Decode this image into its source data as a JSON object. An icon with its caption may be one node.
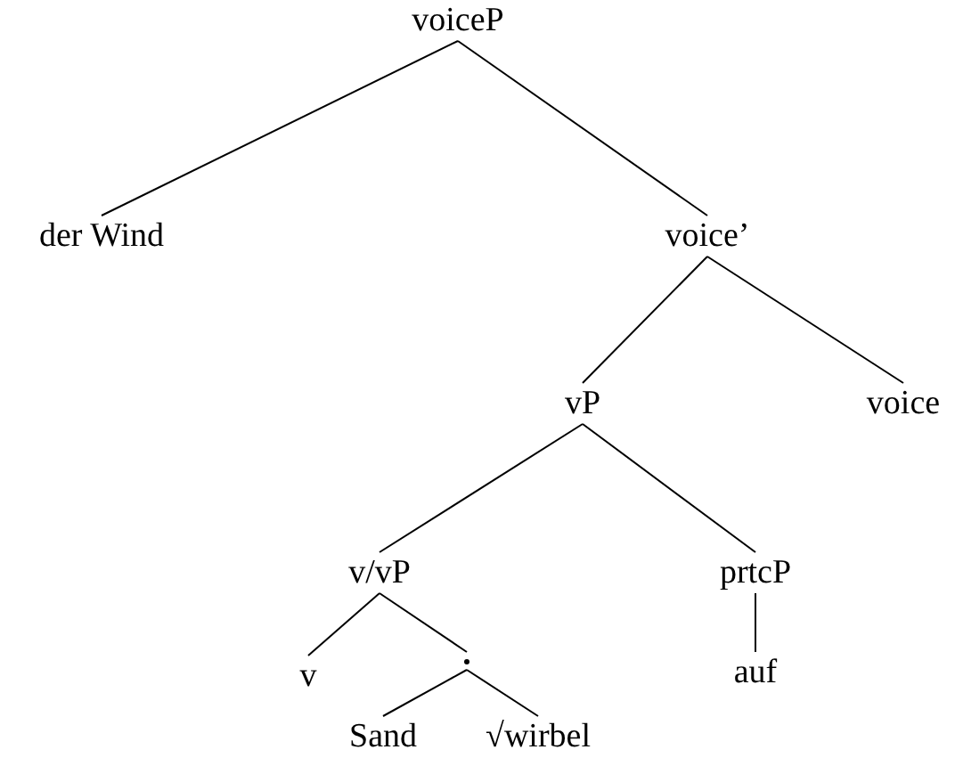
{
  "diagram": {
    "nodes": [
      {
        "text": [
          "voiceP"
        ]
      },
      {
        "text": [
          "der Wind"
        ]
      },
      {
        "text": [
          "voice’"
        ]
      },
      {
        "text": [
          "vP"
        ]
      },
      {
        "text": [
          "voice"
        ]
      },
      {
        "text": [
          "v/vP"
        ]
      },
      {
        "text": [
          "prtcP"
        ]
      },
      {
        "text": [
          "v"
        ]
      },
      {
        "text": [],
        "shape": "point"
      },
      {
        "text": [
          "auf"
        ]
      },
      {
        "text": [
          "Sand"
        ]
      },
      {
        "text": [
          "√wirbel"
        ]
      }
    ],
    "edges": [
      {
        "from": 0,
        "to": 1,
        "arrow": "none"
      },
      {
        "from": 0,
        "to": 2,
        "arrow": "none"
      },
      {
        "from": 2,
        "to": 3,
        "arrow": "none"
      },
      {
        "from": 2,
        "to": 4,
        "arrow": "none"
      },
      {
        "from": 3,
        "to": 5,
        "arrow": "none"
      },
      {
        "from": 3,
        "to": 6,
        "arrow": "none"
      },
      {
        "from": 5,
        "to": 7,
        "arrow": "none"
      },
      {
        "from": 5,
        "to": 8,
        "arrow": "none"
      },
      {
        "from": 6,
        "to": 9,
        "arrow": "none"
      },
      {
        "from": 8,
        "to": 10,
        "arrow": "none"
      },
      {
        "from": 8,
        "to": 11,
        "arrow": "none"
      }
    ]
  }
}
